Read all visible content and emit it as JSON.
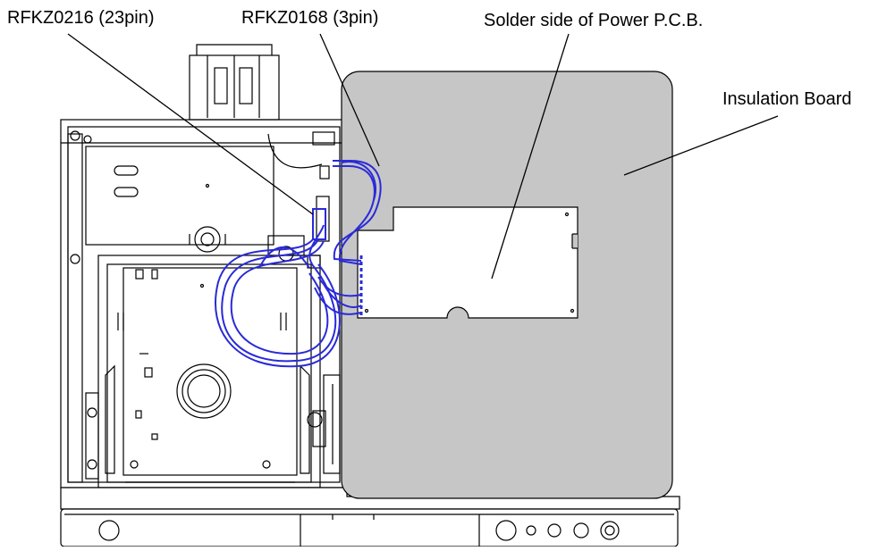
{
  "labels": {
    "connector_23pin": "RFKZ0216 (23pin)",
    "connector_3pin": "RFKZ0168 (3pin)",
    "power_pcb": "Solder side of Power P.C.B.",
    "insulation_board": "Insulation Board"
  },
  "colors": {
    "line": "#000000",
    "cable": "#2a2ad8",
    "insulation_board": "#c6c6c6",
    "pcb": "#ffffff"
  }
}
